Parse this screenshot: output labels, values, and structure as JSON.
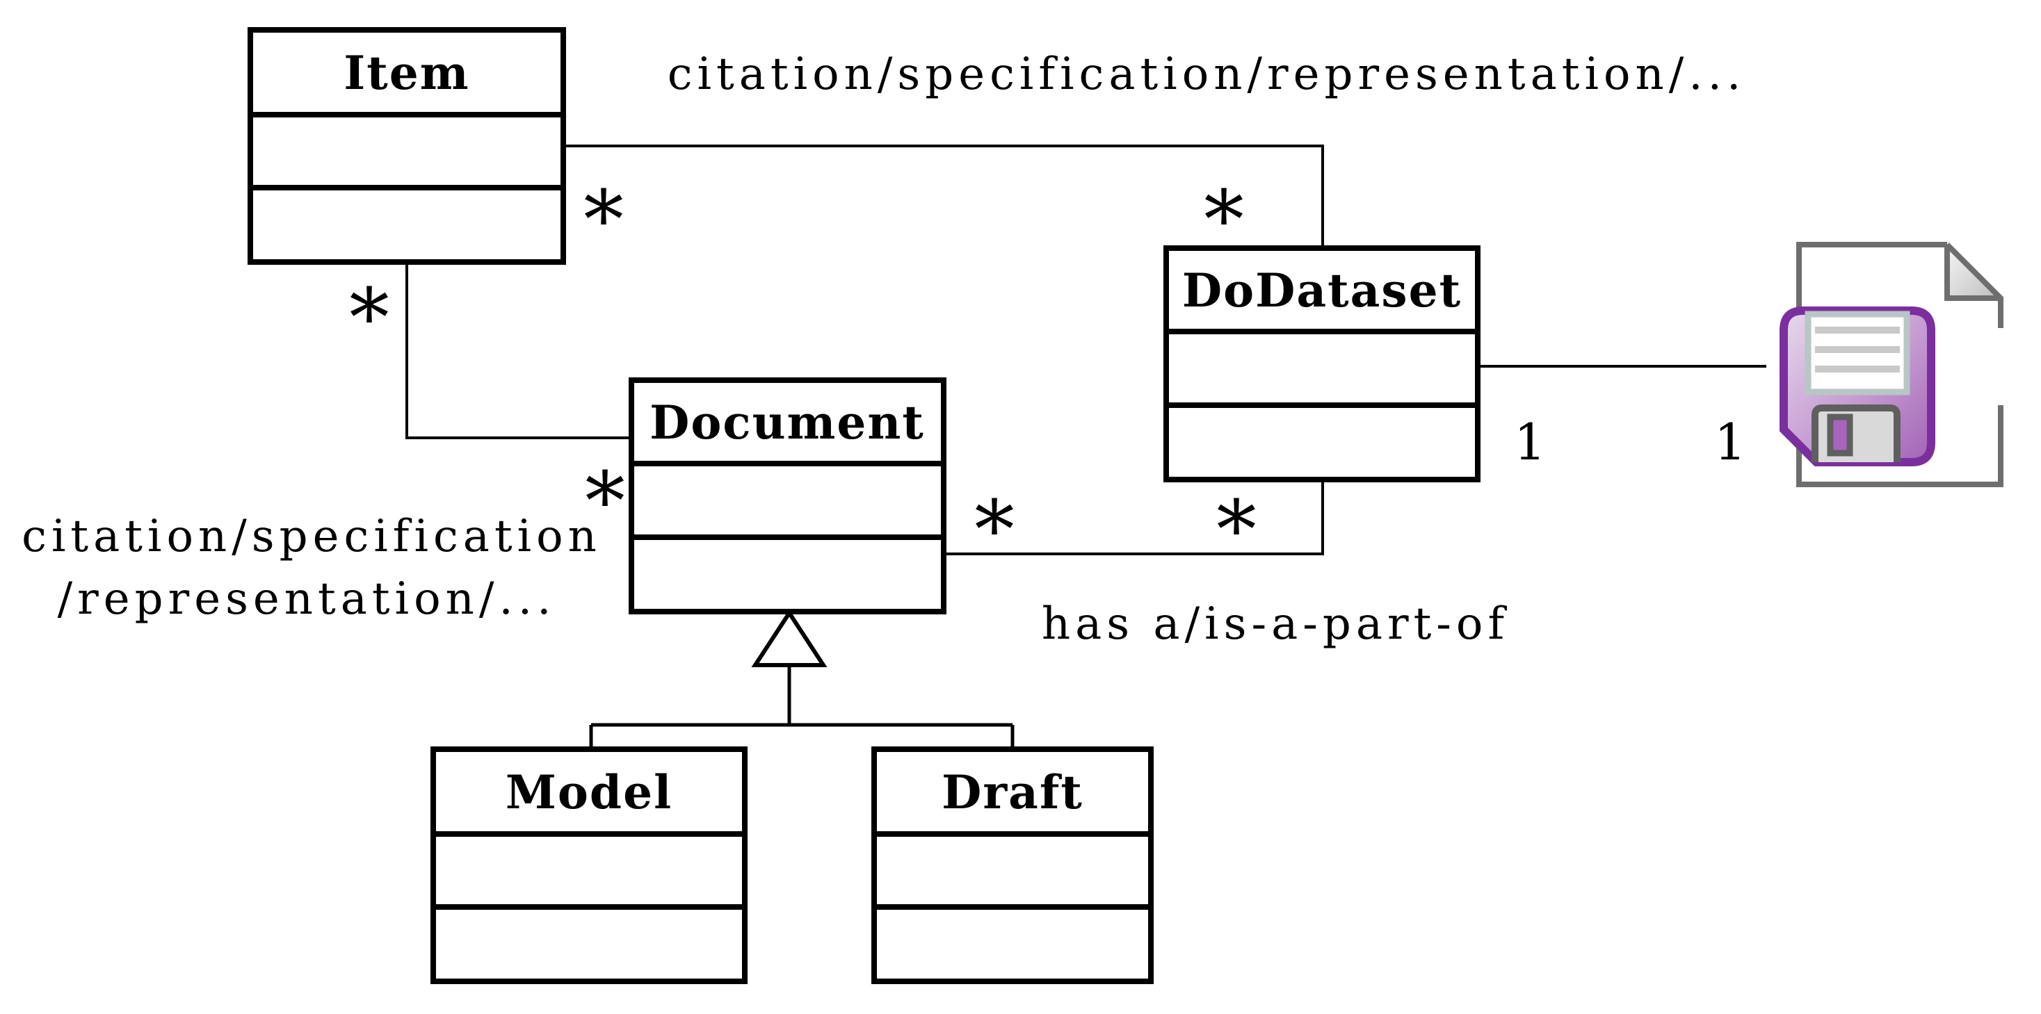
{
  "classes": {
    "item": {
      "name": "Item"
    },
    "dodataset": {
      "name": "DoDataset"
    },
    "document": {
      "name": "Document"
    },
    "model": {
      "name": "Model"
    },
    "draft": {
      "name": "Draft"
    }
  },
  "labels": {
    "top_association": "citation/specification/representation/...",
    "left_association_line1": "citation/specification",
    "left_association_line2": "/representation/...",
    "bottom_association": "has a/is-a-part-of"
  },
  "multiplicities": {
    "many": "*",
    "one": "1"
  },
  "colors": {
    "diagram_line": "#000000",
    "background": "#ffffff",
    "file_outline": "#6e6e6e",
    "file_fill": "#ffffff",
    "fold_fill": "#e9e9e9",
    "floppy_border": "#7b2f9e",
    "floppy_fill_light": "#e8d9ec",
    "floppy_fill_dark": "#a263b5",
    "floppy_label_frame": "#b8c6c6",
    "floppy_label_fill": "#ffffff",
    "floppy_label_lines": "#c9c9c9",
    "floppy_shutter_frame": "#5f5f5f",
    "floppy_shutter_fill": "#d9d9d9",
    "floppy_shutter_window": "#a964bd"
  }
}
